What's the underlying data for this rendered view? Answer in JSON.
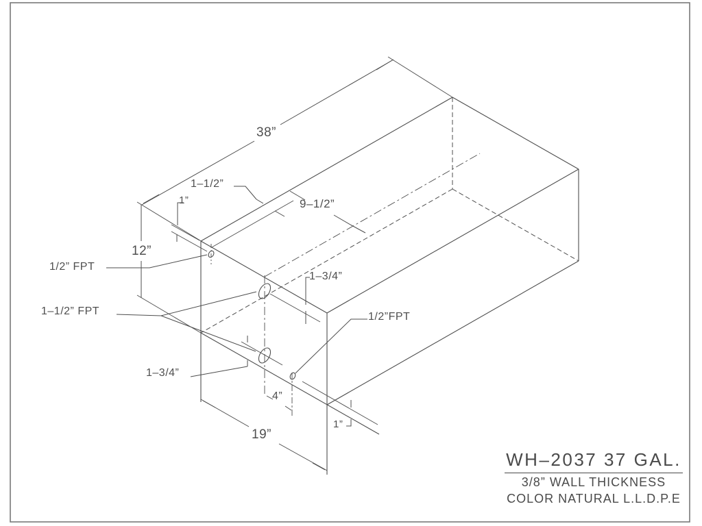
{
  "drawing": {
    "type": "isometric technical drawing",
    "line_color": "#4d4d4d",
    "border_color": "#787878",
    "background": "#ffffff"
  },
  "title_block": {
    "model": "WH–2037 37 GAL.",
    "wall": "3/8” WALL THICKNESS",
    "material": "COLOR NATURAL L.L.D.P.E"
  },
  "dims": {
    "length": "38”",
    "height": "12”",
    "width": "19”",
    "top_port_offset": "1–1/2”",
    "top_port_down": "1”",
    "centerline_offset": "9–1/2”",
    "upper_port_from_top": "1–3/4”",
    "lower_port_from_bottom": "1–3/4”",
    "drain_spacing": "4”",
    "drain_up": "1”"
  },
  "labels": {
    "small_top_fitting": "1/2” FPT",
    "side_fittings": "1–1/2” FPT",
    "drain_fitting": "1/2”FPT"
  }
}
